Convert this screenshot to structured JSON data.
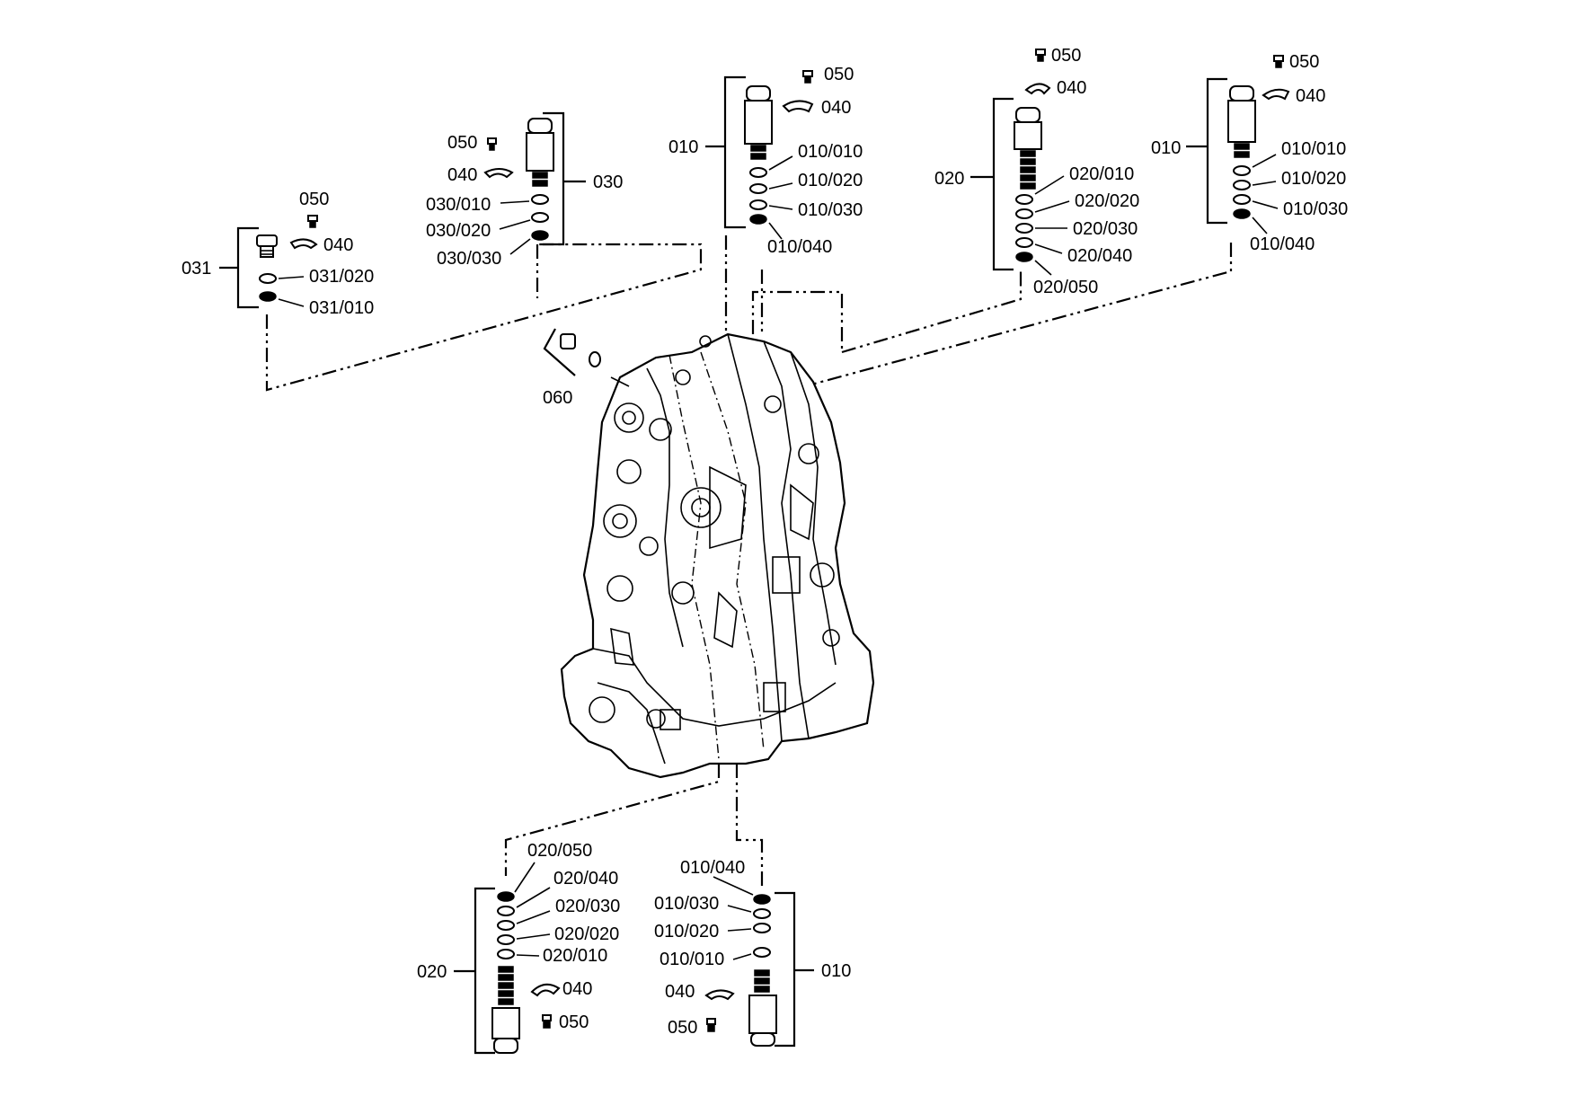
{
  "labels": {
    "g031": {
      "group": "031",
      "screw": "050",
      "clip": "040",
      "ring_a": "031/020",
      "ring_b": "031/010"
    },
    "g030": {
      "group": "030",
      "screw": "050",
      "clip": "040",
      "ring_a": "030/010",
      "ring_b": "030/020",
      "ring_c": "030/030"
    },
    "g010_top": {
      "group": "010",
      "screw": "050",
      "clip": "040",
      "ring_a": "010/010",
      "ring_b": "010/020",
      "ring_c": "010/030",
      "ring_d": "010/040"
    },
    "g020_top": {
      "group": "020",
      "screw": "050",
      "clip": "040",
      "ring_a": "020/010",
      "ring_b": "020/020",
      "ring_c": "020/030",
      "ring_d": "020/040",
      "ring_e": "020/050"
    },
    "g010_right": {
      "group": "010",
      "screw": "050",
      "clip": "040",
      "ring_a": "010/010",
      "ring_b": "010/020",
      "ring_c": "010/030",
      "ring_d": "010/040"
    },
    "plug_060": "060",
    "g020_bottom": {
      "group": "020",
      "ring_e": "020/050",
      "ring_d": "020/040",
      "ring_c": "020/030",
      "ring_b": "020/020",
      "ring_a": "020/010",
      "clip": "040",
      "screw": "050"
    },
    "g010_bottom": {
      "group": "010",
      "ring_d": "010/040",
      "ring_c": "010/030",
      "ring_b": "010/020",
      "ring_a": "010/010",
      "clip": "040",
      "screw": "050"
    }
  }
}
